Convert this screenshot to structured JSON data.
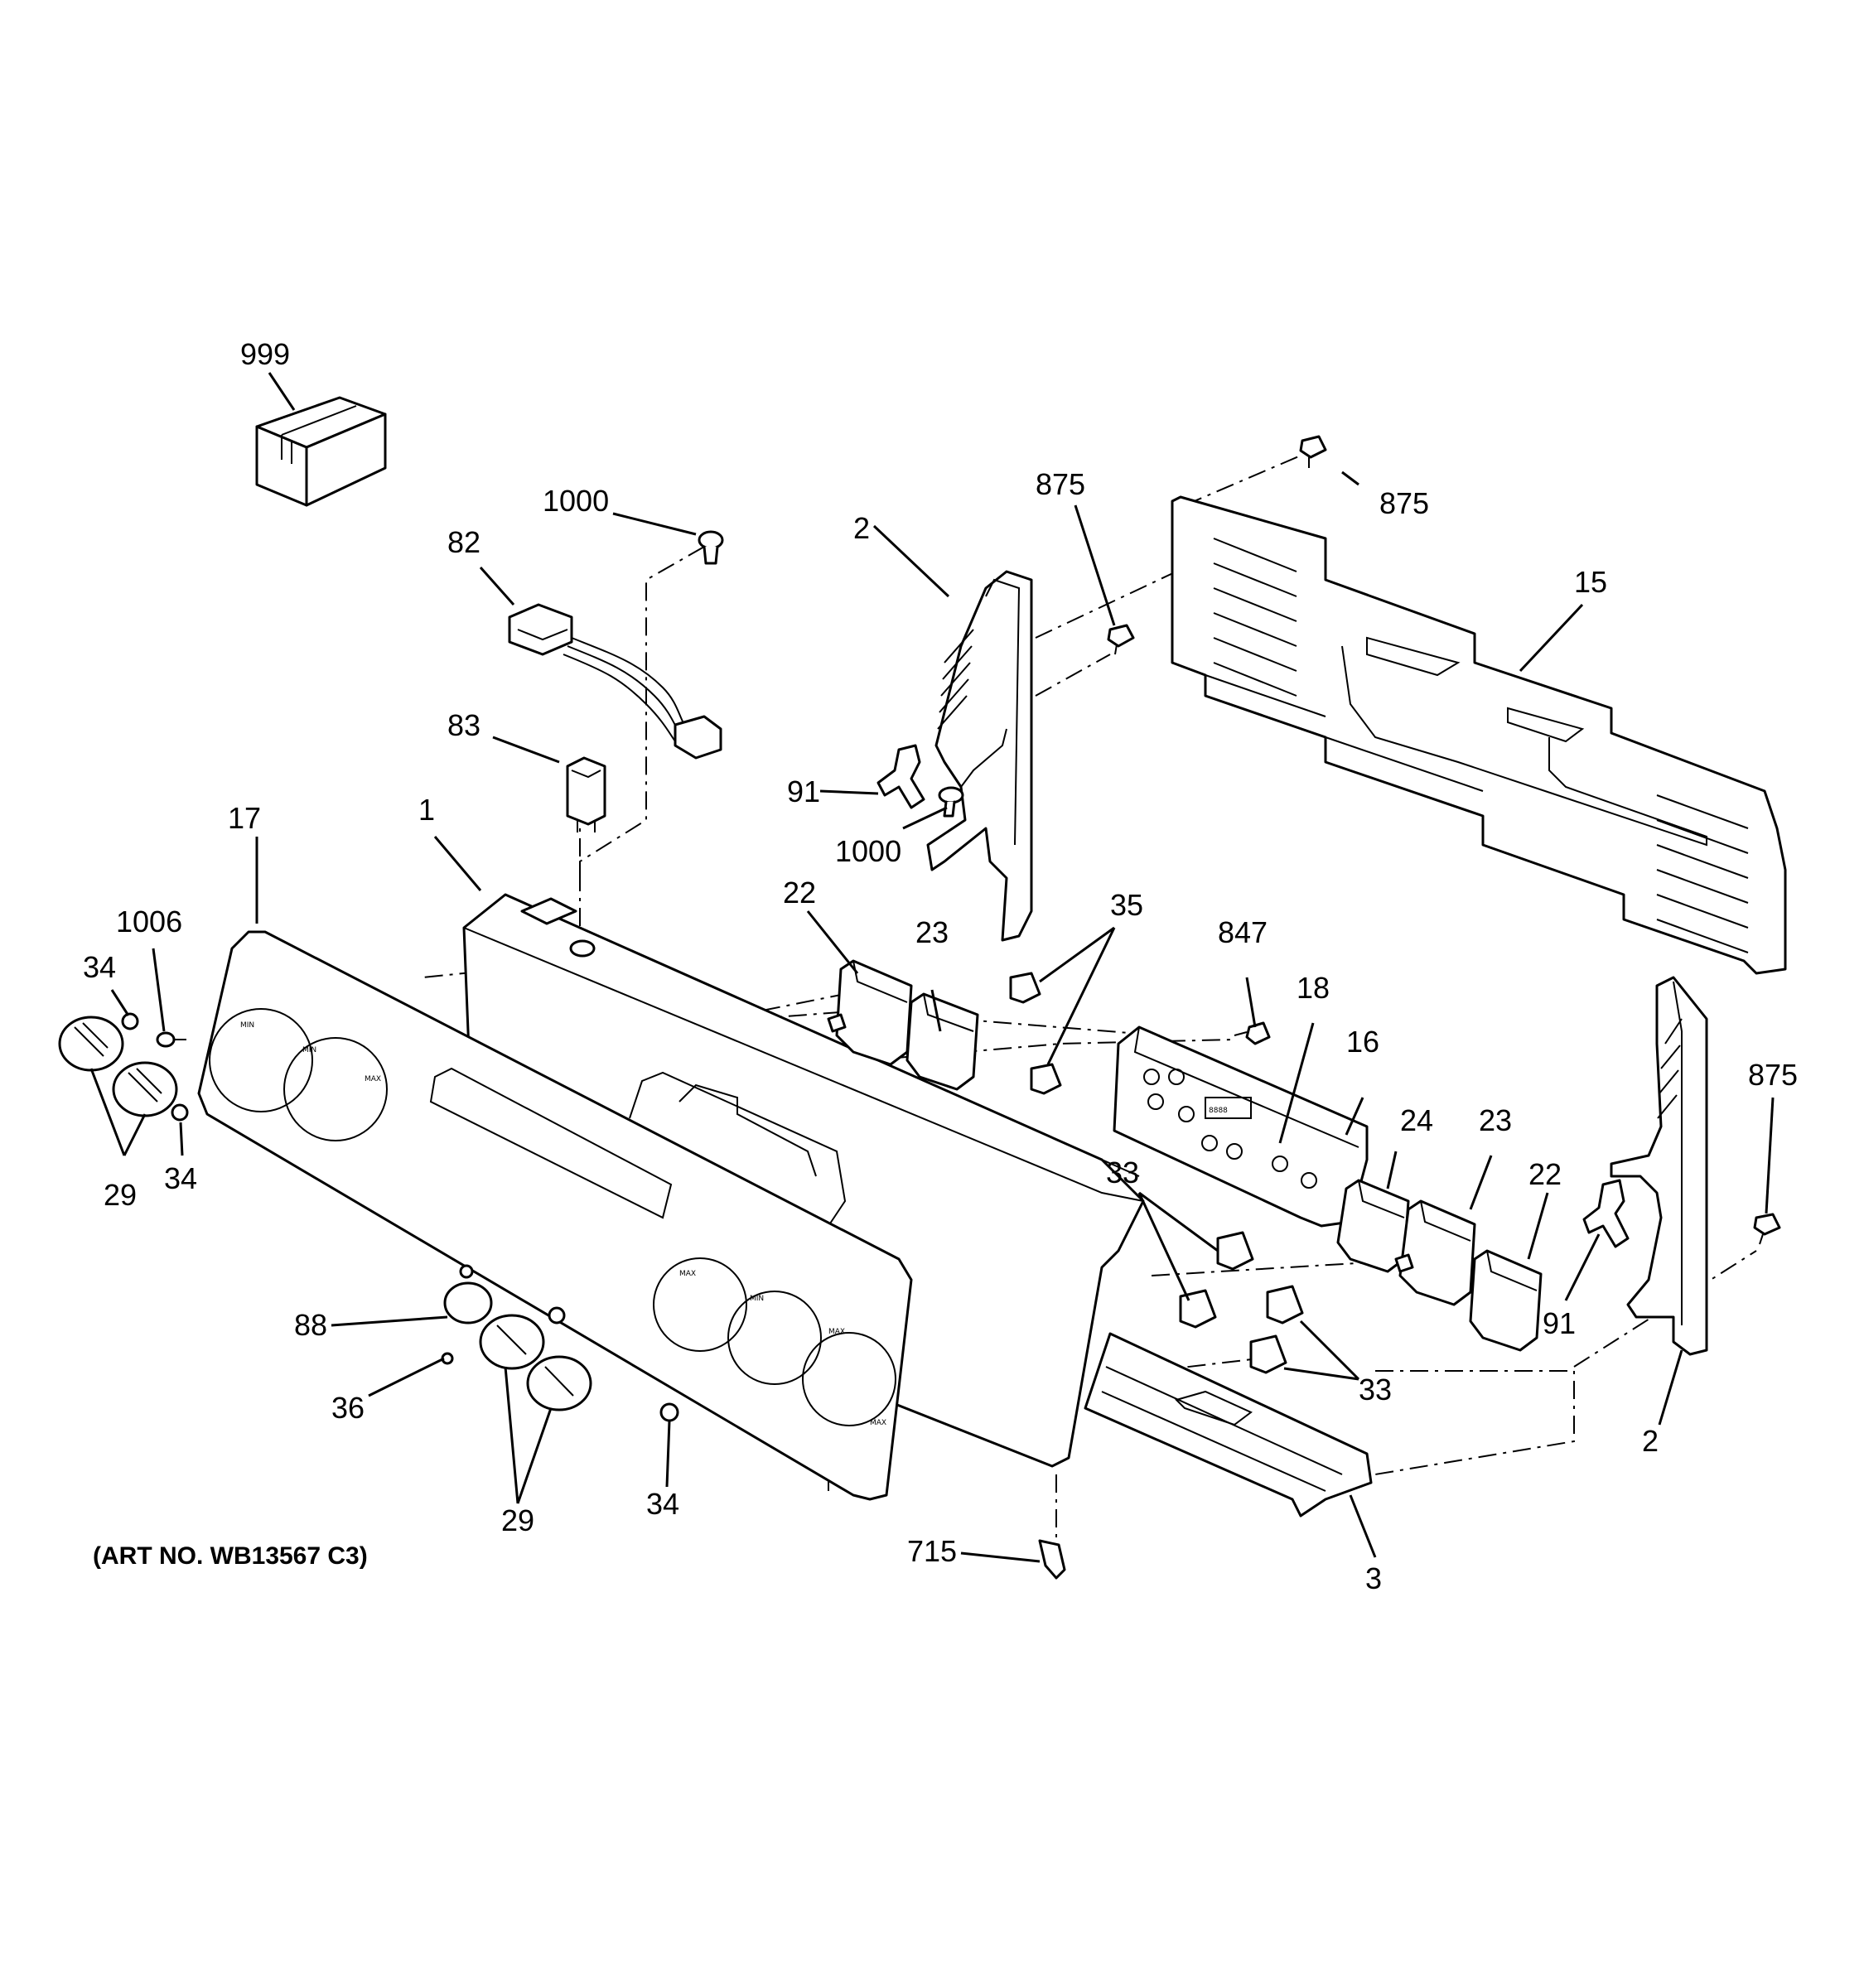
{
  "art_number": "(ART NO. WB13567 C3)",
  "panel_marks": {
    "min": "MIN",
    "max": "MAX",
    "clock": "8888"
  },
  "callouts": {
    "c999": "999",
    "c1000_top": "1000",
    "c82": "82",
    "c83": "83",
    "c2_left": "2",
    "c875_mid": "875",
    "c875_top": "875",
    "c15": "15",
    "c91_left": "91",
    "c1000_mid": "1000",
    "c17": "17",
    "c1": "1",
    "c1006": "1006",
    "c34_top": "34",
    "c22_top": "22",
    "c23_top": "23",
    "c35": "35",
    "c847": "847",
    "c18": "18",
    "c16": "16",
    "c29_left": "29",
    "c34_left": "34",
    "c33_left": "33",
    "c24": "24",
    "c23_right": "23",
    "c22_right": "22",
    "c875_right": "875",
    "c91_right": "91",
    "c88": "88",
    "c36": "36",
    "c33_right": "33",
    "c2_right": "2",
    "c29_bottom": "29",
    "c34_bottom": "34",
    "c715": "715",
    "c3": "3"
  },
  "colors": {
    "line": "#000000",
    "background": "#ffffff"
  }
}
